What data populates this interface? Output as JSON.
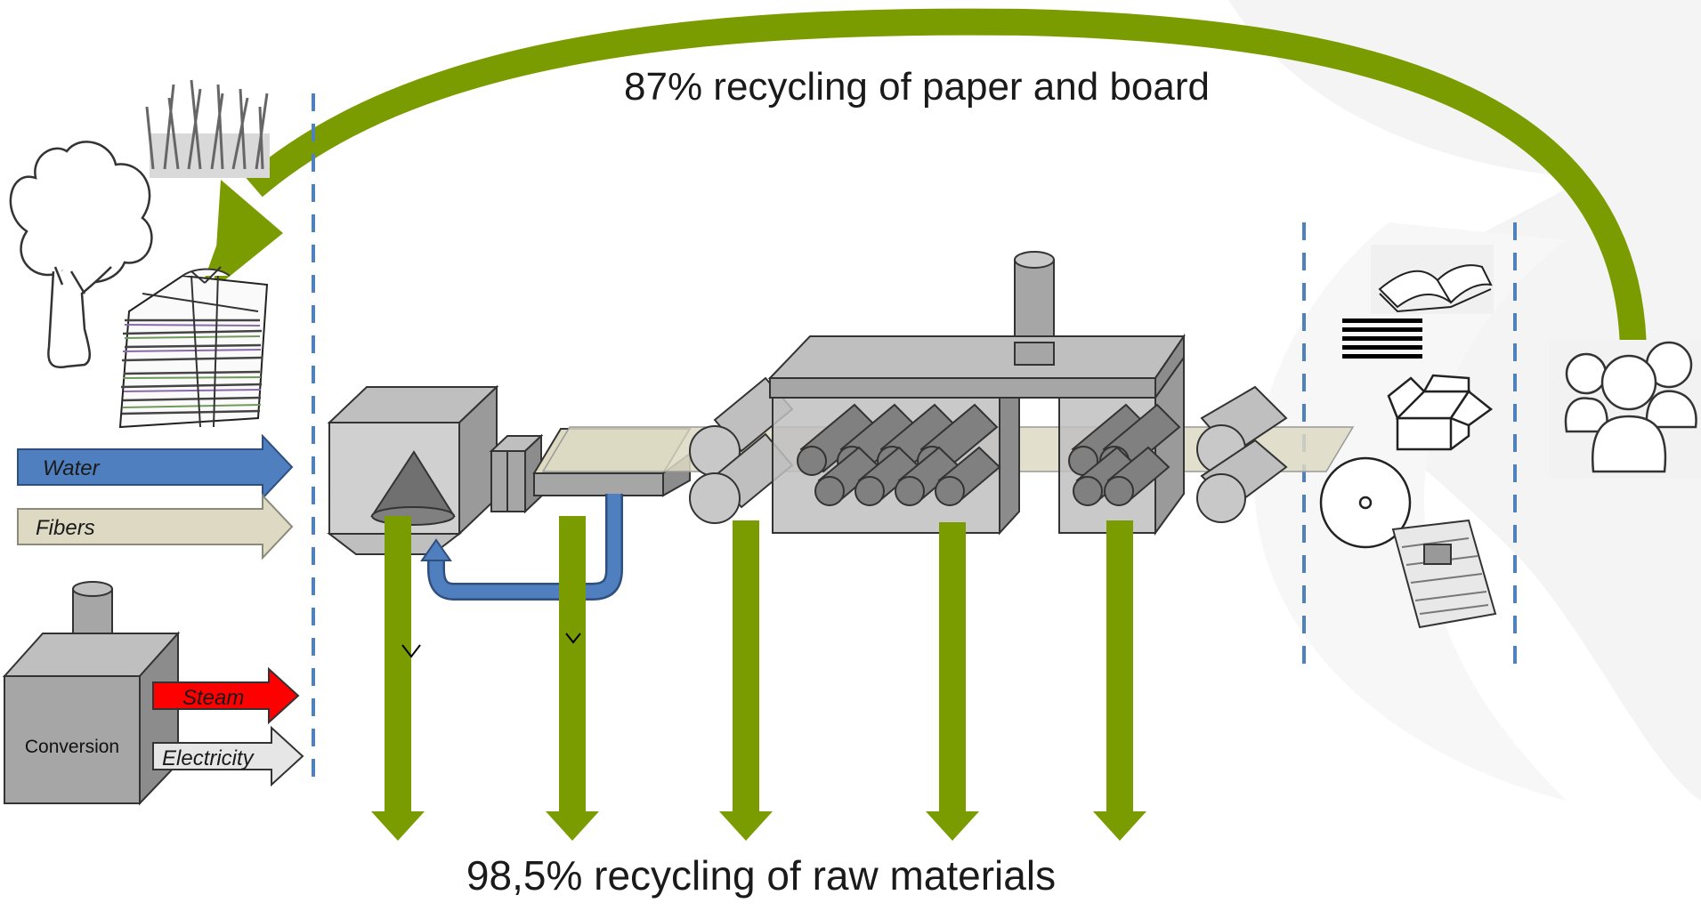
{
  "labels": {
    "top_recycling": "87% recycling of paper and board",
    "bottom_recycling": "98,5% recycling of raw materials",
    "water": "Water",
    "fibers": "Fibers",
    "steam": "Steam",
    "electricity": "Electricity",
    "conversion": "Conversion"
  },
  "colors": {
    "recycle_green": "#7a9c00",
    "water_blue": "#4f7fbf",
    "fiber_beige": "#ddd9c3",
    "steam_red": "#ff0000",
    "machine_gray": "#a6a6a6",
    "divider_blue": "#4f81bd"
  },
  "icons": [
    "grass-icon",
    "tree-icon",
    "paper-stack-icon",
    "book-icon",
    "stacked-sheets-icon",
    "box-icon",
    "disc-icon",
    "newspaper-icon",
    "people-icon",
    "boiler-icon"
  ]
}
